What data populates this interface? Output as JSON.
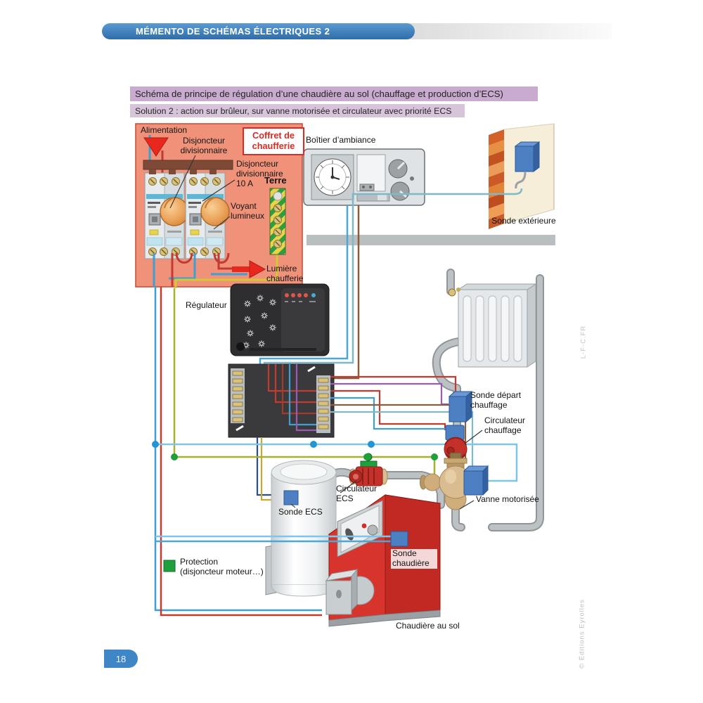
{
  "header": {
    "book_title": "MÉMENTO  DE SCHÉMAS ÉLECTRIQUES 2"
  },
  "titles": {
    "main": "Schéma de principe de régulation d’une chaudière au sol (chauffage et production d’ECS)",
    "solution": "Solution 2 : action sur brûleur, sur vanne motorisée et circulateur avec priorité ECS"
  },
  "diagram": {
    "labels": {
      "alimentation": "Alimentation",
      "disjoncteur_div": [
        "Disjoncteur",
        "divisionnaire"
      ],
      "coffret": [
        "Coffret de",
        "chaufferie"
      ],
      "disjoncteur_10a": [
        "Disjoncteur",
        "divisionnaire",
        "10 A"
      ],
      "terre": "Terre",
      "voyant": [
        "Voyant",
        "lumineux"
      ],
      "lumiere": [
        "Lumière",
        "chaufferie"
      ],
      "boitier": "Boîtier d’ambiance",
      "sonde_exterieure": "Sonde extérieure",
      "regulateur": "Régulateur",
      "sonde_depart": [
        "Sonde départ",
        "chauffage"
      ],
      "circulateur_chauffage": [
        "Circulateur",
        "chauffage"
      ],
      "vanne_motorisee": "Vanne motorisée",
      "sonde_ecs": "Sonde ECS",
      "circulateur_ecs": [
        "Circulateur",
        "ECS"
      ],
      "sonde_chaudiere": [
        "Sonde",
        "chaudière"
      ],
      "protection": [
        "Protection",
        "(disjoncteur moteur…)"
      ],
      "chaudiere_au_sol": "Chaudière au sol"
    },
    "colors": {
      "header_blue": "#3a7fc1",
      "title_bg": "#c8abce",
      "subtitle_bg": "#d7c3da",
      "coffret_bg": "#f0927a",
      "alert_red": "#d92b21",
      "sensor_blue": "#4d7fc3",
      "pump_red": "#c4312b",
      "boiler_red": "#d8342e",
      "protection_green": "#1fa03c",
      "earth_green": "#2f9e41",
      "earth_yellow": "#e8d44a"
    }
  },
  "footer": {
    "page_number": "18"
  },
  "margins": {
    "watermark": "L-F-C.FR",
    "copyright": "© Éditions Eyrolles"
  }
}
